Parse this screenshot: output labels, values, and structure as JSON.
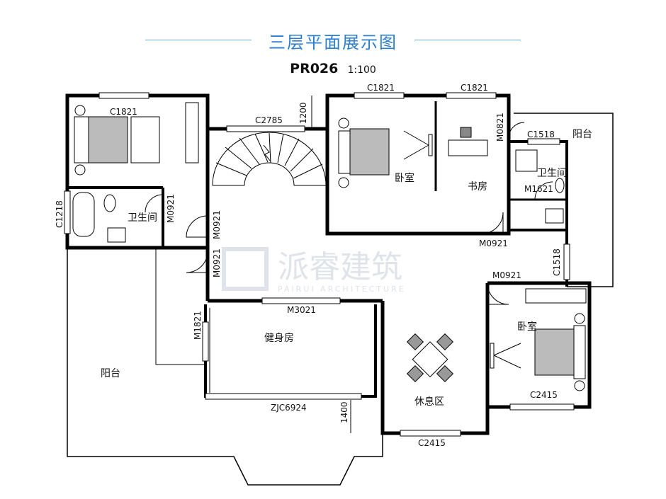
{
  "header": {
    "title": "三层平面展示图",
    "plan_code": "PR026",
    "scale": "1:100"
  },
  "watermark": {
    "cn": "派睿建筑",
    "en": "PAIRUI ARCHITECTURE"
  },
  "rooms": {
    "bedroom_east": "卧室",
    "bedroom_north": "卧室",
    "study": "书房",
    "bath_west": "卫生间",
    "bath_east": "卫生间",
    "gym": "健身房",
    "lounge": "休息区",
    "balcony_west": "阳台",
    "balcony_east": "阳台"
  },
  "openings": {
    "c1821_a": "C1821",
    "c1821_b": "C1821",
    "c1821_c": "C1821",
    "c2785": "C2785",
    "c1218": "C1218",
    "c1518_a": "C1518",
    "c1518_b": "C1518",
    "c2415_a": "C2415",
    "c2415_b": "C2415",
    "m0921_a": "M0921",
    "m0921_b": "M0921",
    "m0921_c": "M0921",
    "m0921_d": "M0921",
    "m0921_e": "M0921",
    "m0821": "M0821",
    "m1621": "M1621",
    "m3021": "M3021",
    "m1821": "M1821",
    "zjc6924": "ZJC6924"
  },
  "dimensions": {
    "d1200": "1200",
    "d1400": "1400"
  },
  "colors": {
    "title": "#2b7fd0",
    "wall": "#000000",
    "watermark": "#dfe4ea"
  }
}
